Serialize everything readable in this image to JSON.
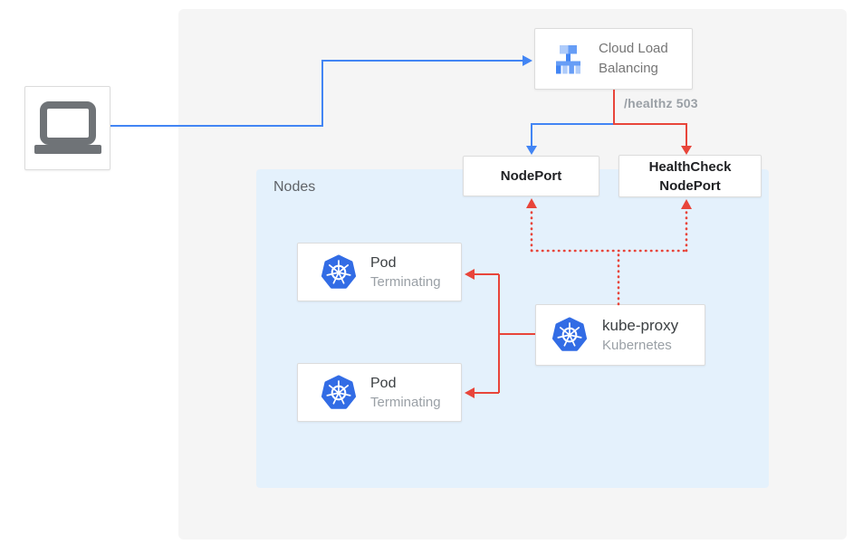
{
  "colors": {
    "blue": "#4285f4",
    "red": "#e8453a",
    "panel_bg": "#f5f5f5",
    "nodes_bg": "#e4f1fc",
    "card_border": "#dcdcdc",
    "text_primary": "#3c4043",
    "text_bold": "#202124",
    "text_secondary": "#9aa0a6",
    "text_muted": "#757575",
    "icon_gray": "#6f7377",
    "k8s_blue": "#326ce5",
    "lb_blue_dark": "#4285f4",
    "lb_blue_medium": "#669df6",
    "lb_blue_light": "#aecbfa"
  },
  "client": {
    "icon": "laptop-icon"
  },
  "load_balancer": {
    "label": "Cloud Load Balancing",
    "icon": "cloud-load-balancing-icon"
  },
  "health_check_label": "/healthz 503",
  "nodeport": {
    "label": "NodePort"
  },
  "healthcheck_nodeport": {
    "label": "HealthCheck NodePort"
  },
  "nodes": {
    "label": "Nodes",
    "pods": [
      {
        "title": "Pod",
        "status": "Terminating",
        "icon": "kubernetes-icon"
      },
      {
        "title": "Pod",
        "status": "Terminating",
        "icon": "kubernetes-icon"
      }
    ],
    "kube_proxy": {
      "title": "kube-proxy",
      "subtitle": "Kubernetes",
      "icon": "kubernetes-icon"
    }
  }
}
